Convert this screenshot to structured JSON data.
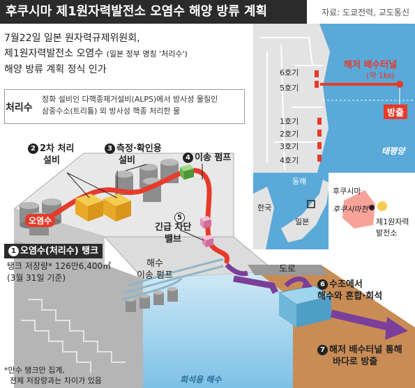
{
  "title": "후쿠시마 제1원자력발전소 오염수 해양 방류 계획",
  "source": "자료: 도쿄전력, 교도통신",
  "headline": {
    "line1": "7월22일 일본 원자력규제위원회,",
    "line2a": "제1원자력발전소 오염수",
    "line2b": "(일본 정부 명칭 '처리수')",
    "line3": "해양 방류 계획 정식 인가"
  },
  "definition": {
    "term": "처리수",
    "line1": "정화 설비인 다핵종제거설비(ALPS)에서 방사성 물질인",
    "line2": "삼중수소(트리튬) 외 방사성 핵종 처리한 물"
  },
  "steps": {
    "s1": {
      "num": "1",
      "label": "오염수(처리수) 탱크",
      "detail1": "탱크 저장량* 126만6,400㎥",
      "detail2": "(3월 31일 기준)"
    },
    "s2": {
      "num": "2",
      "line1": "2차 처리",
      "line2": "설비"
    },
    "s3": {
      "num": "3",
      "line1": "측정·확인용",
      "line2": "설비"
    },
    "s4": {
      "num": "4",
      "label": "이송 펌프"
    },
    "s5": {
      "num": "5",
      "line1": "긴급 차단",
      "line2": "밸브"
    },
    "s6": {
      "num": "6",
      "line1": "수조에서",
      "line2": "해수와 혼합·희석"
    },
    "s7": {
      "num": "7",
      "line1": "해저 배수터널 통해",
      "line2": "바다로 방출"
    }
  },
  "labels": {
    "contaminated": "오염수",
    "seawater_pump1": "해수",
    "seawater_pump2": "이송 펌프",
    "road": "도로",
    "dilution_sea": "희석용 해수"
  },
  "note": {
    "line1": "*만수 탱크만 집계,",
    "line2": "전체 저장량과는 차이가 있음"
  },
  "map": {
    "tunnel1": "해저 배수터널",
    "tunnel2": "(약 1㎞)",
    "release": "방출",
    "ocean": "태평양",
    "units": [
      "6호기",
      "5호기",
      "1호기",
      "2호기",
      "3호기",
      "4호기"
    ]
  },
  "inset": {
    "east_sea": "동해",
    "korea": "한국",
    "japan": "일본",
    "fukushima_pref": "후쿠시마",
    "fukushima_town": "후쿠시마현",
    "plant1": "제1원자력",
    "plant2": "발전소"
  },
  "colors": {
    "pipe": "#e63a2a",
    "outflow": "#7a3f98",
    "sea": "#5aa9d8",
    "title_bg": "#2b2b2b"
  }
}
